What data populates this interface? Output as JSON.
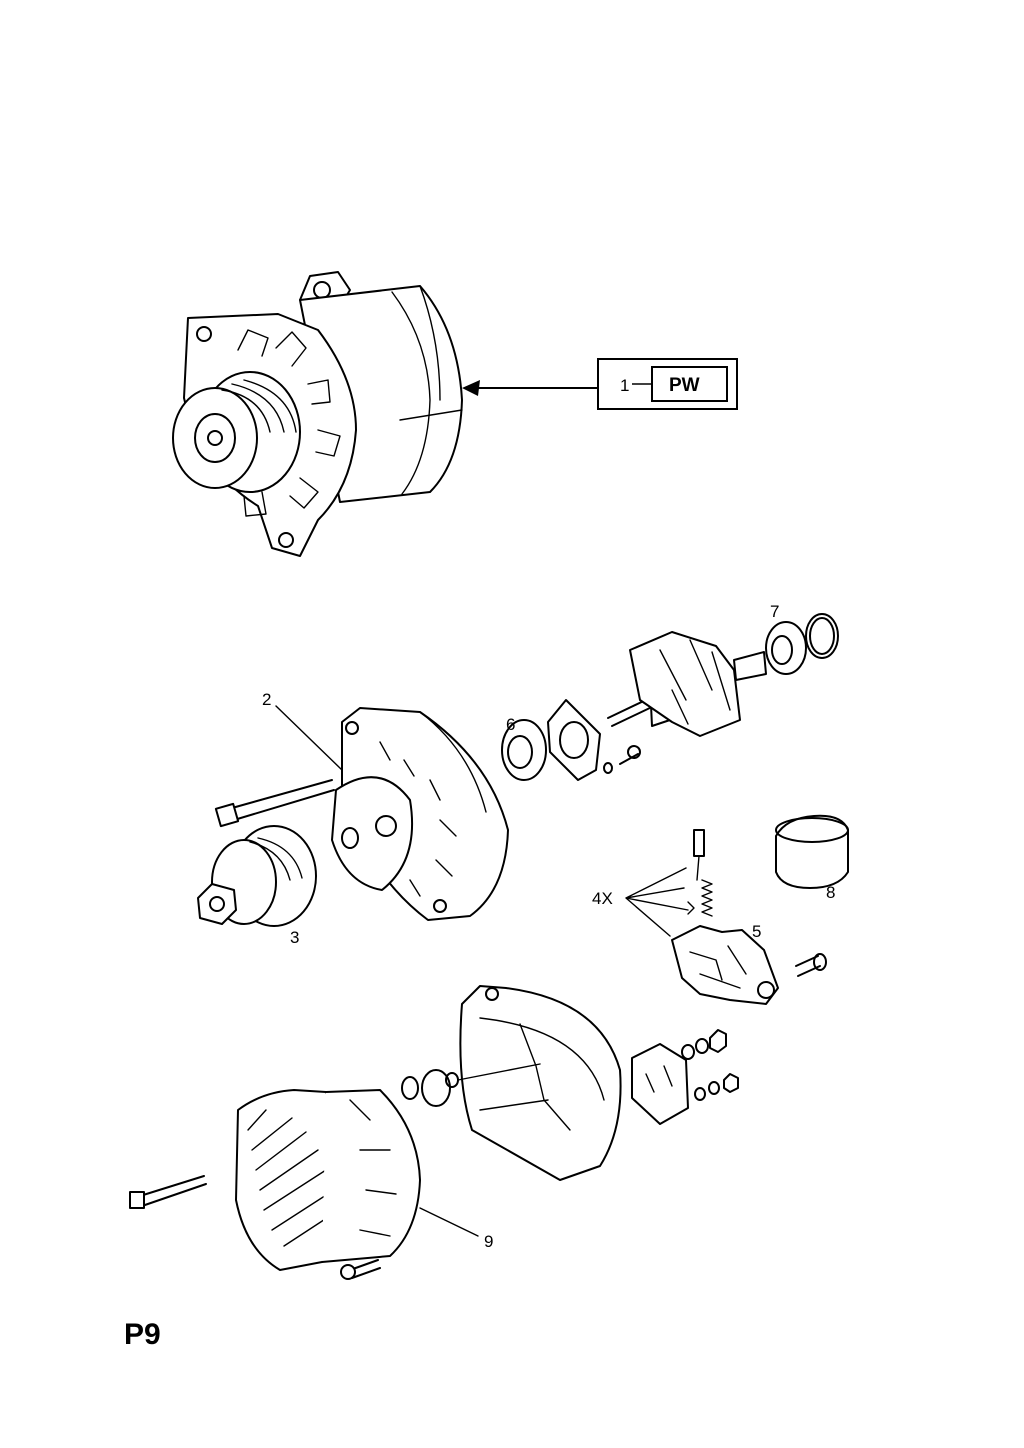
{
  "callouts": {
    "ref_box": {
      "item": "1",
      "code": "PW"
    },
    "parts": [
      "2",
      "3",
      "4X",
      "5",
      "6",
      "7",
      "8",
      "9"
    ]
  },
  "page_code": "P9"
}
